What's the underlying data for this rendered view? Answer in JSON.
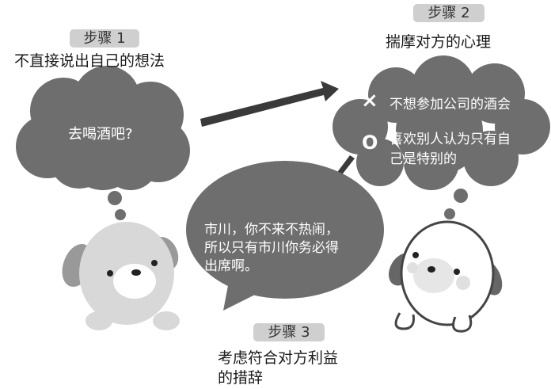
{
  "step1": {
    "badge": "步骤 1",
    "title": "不直接说出自己的想法",
    "cloud_text": "去喝酒吧?"
  },
  "step2": {
    "badge": "步骤 2",
    "title": "揣摩对方的心理",
    "items": [
      {
        "mark": "×",
        "text": "不想参加公司的酒会"
      },
      {
        "mark": "O",
        "text_line1": "喜欢别人认为只有自",
        "text_line2": "己是特别的"
      }
    ]
  },
  "step3": {
    "badge": "步骤 3",
    "title_line1": "考虑符合对方利益",
    "title_line2": "的措辞",
    "speech_lines": [
      "市川，你不来不热闹，",
      "所以只有市川你务必得",
      "出席啊。"
    ]
  },
  "colors": {
    "cloud": "#6e6e6e",
    "badge": "#cfcfcf",
    "arrow": "#3a3a3a"
  }
}
